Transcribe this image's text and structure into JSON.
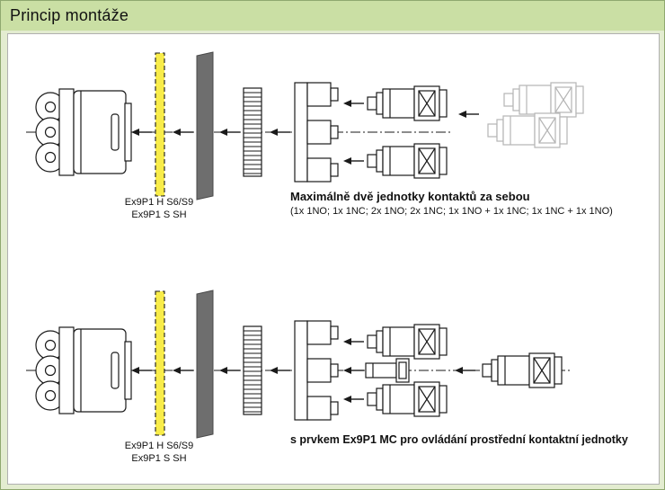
{
  "title": "Princip montáže",
  "colors": {
    "page_bg": "#e3ecd0",
    "header_bg": "#cadfa4",
    "border": "#8fa86f",
    "panel_border": "#b0b0b0",
    "membrane_yellow": "#f8ec4a",
    "front_panel_gray": "#6e6e6e",
    "line_black": "#1a1a1a",
    "faded_gray": "#b5b5b5"
  },
  "diagram_top": {
    "membrane_label_line1": "Ex9P1 H S6/S9",
    "membrane_label_line2": "Ex9P1 S SH",
    "caption": "Maximálně dvě jednotky kontaktů za sebou",
    "caption_detail": "(1x 1NO; 1x 1NC; 2x 1NO; 2x 1NC; 1x 1NO + 1x 1NC; 1x 1NC + 1x 1NO)"
  },
  "diagram_bottom": {
    "membrane_label_line1": "Ex9P1 H S6/S9",
    "membrane_label_line2": "Ex9P1 S SH",
    "caption": "s prvkem Ex9P1 MC pro ovládání prostřední kontaktní jednotky"
  }
}
